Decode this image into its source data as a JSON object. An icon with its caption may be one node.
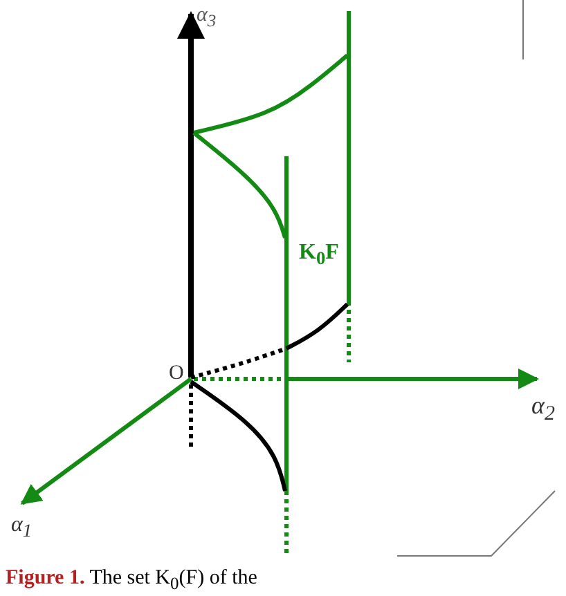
{
  "diagram": {
    "caption": "**Figure 1.** The set K$_{0}$(F) of the",
    "labels": [
      "α$_{3}$",
      "K$_{0}$F",
      "O",
      "α$_{2}$",
      "α$_{1}$"
    ]
  }
}
